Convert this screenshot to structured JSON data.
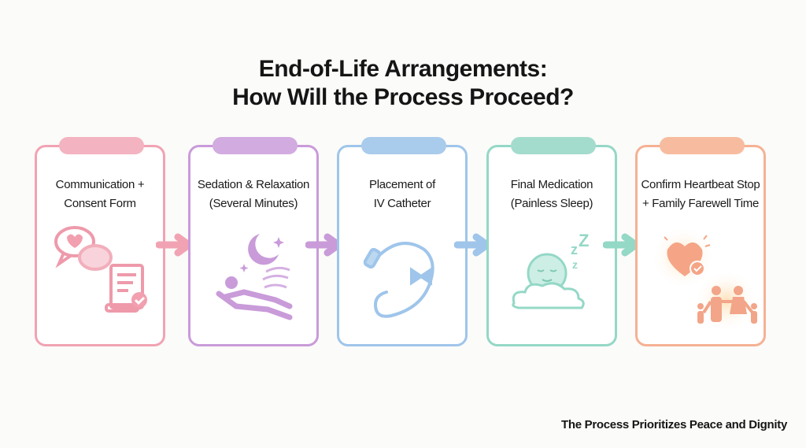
{
  "title": {
    "line1": "End-of-Life Arrangements:",
    "line2": "How Will the Process Proceed?"
  },
  "steps": [
    {
      "line1": "Communication +",
      "line2": "Consent Form",
      "icon": "chat-heart-document-icon",
      "color": "#f1a3b3"
    },
    {
      "line1": "Sedation & Relaxation",
      "line2": "(Several Minutes)",
      "icon": "moon-reclining-person-icon",
      "color": "#c99bd9"
    },
    {
      "line1": "Placement of",
      "line2": "IV Catheter",
      "icon": "iv-catheter-icon",
      "color": "#9fc5ea"
    },
    {
      "line1": "Final Medication",
      "line2": "(Painless Sleep)",
      "icon": "sleeping-face-cloud-icon",
      "color": "#94d8c6"
    },
    {
      "line1": "Confirm Heartbeat Stop",
      "line2": "+ Family Farewell Time",
      "icon": "heart-family-icon",
      "color": "#f5b193"
    }
  ],
  "footer": "The Process Prioritizes Peace and Dignity"
}
